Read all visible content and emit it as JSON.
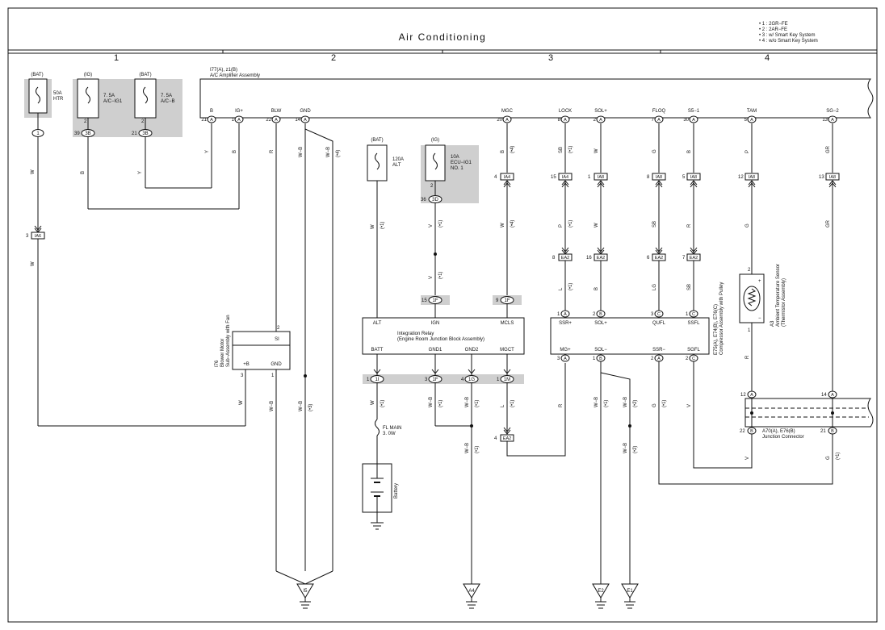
{
  "title": "Air Conditioning",
  "legend": [
    "• 1 : 2GR−FE",
    "• 2 : 2AR−FE",
    "• 3 : w/ Smart Key System",
    "• 4 : w/o Smart Key System"
  ],
  "columns": [
    "1",
    "2",
    "3",
    "4"
  ],
  "amp": {
    "name1": "I77(A), z1(B)",
    "name2": "A/C Amplifier Assembly",
    "pins": [
      {
        "label": "B",
        "pin": "21",
        "conn": "A"
      },
      {
        "label": "IG+",
        "pin": "1",
        "conn": "A"
      },
      {
        "label": "BLW",
        "pin": "22",
        "conn": "A"
      },
      {
        "label": "GND",
        "pin": "14",
        "conn": "A"
      },
      {
        "label": "MGC",
        "pin": "20",
        "conn": "A"
      },
      {
        "label": "LOCK",
        "pin": "8",
        "conn": "A"
      },
      {
        "label": "SOL+",
        "pin": "2",
        "conn": "A"
      },
      {
        "label": "FLOQ",
        "pin": "7",
        "conn": "A"
      },
      {
        "label": "S5−1",
        "pin": "30",
        "conn": "A"
      },
      {
        "label": "TAM",
        "pin": "5",
        "conn": "A"
      },
      {
        "label": "SG−2",
        "pin": "13",
        "conn": "A"
      }
    ]
  },
  "fuses": {
    "htr": {
      "src": "(BAT)",
      "amp": "50A",
      "name": "HTR",
      "pin": "1"
    },
    "acig1": {
      "src": "(IG)",
      "amp": "7. 5A",
      "name": "A/C−IG1",
      "pin": "2",
      "conn_pin": "39",
      "conn": "3B"
    },
    "acb": {
      "src": "(BAT)",
      "amp": "7. 5A",
      "name": "A/C−B",
      "pin": "2",
      "conn_pin": "21",
      "conn": "3B"
    },
    "alt": {
      "src": "(BAT)",
      "amp": "120A",
      "name": "ALT"
    },
    "ecu": {
      "src": "(IG)",
      "amp": "10A",
      "name": "ECU−IG1",
      "name2": "NO. 1",
      "pin": "2",
      "conn_pin": "36",
      "conn": "3D"
    },
    "flmain": {
      "name": "FL MAIN",
      "amp": "3. 0W"
    }
  },
  "wires": {
    "htr1": "W",
    "htr2": "W",
    "acig_b": "B",
    "acb_y": "Y",
    "y2": "Y",
    "b2": "B",
    "blw": "R",
    "gnd1": "W−B",
    "gnd2": "W−B",
    "gnd2n": "(•4)",
    "mgc": "B",
    "mgcn": "(•4)",
    "mgc2": "W",
    "mgc2n": "(•4)",
    "alt": "W",
    "altn": "(•1)",
    "ign1": "V",
    "ign1n": "(•1)",
    "ign2": "V",
    "ign2n": "(•1)",
    "lock1": "SB",
    "lock1n": "(•1)",
    "lock2": "P",
    "lock2n": "(•1)",
    "lock3": "L",
    "lock3n": "(•1)",
    "sol1": "W",
    "sol2": "W",
    "sol3": "B",
    "floq1": "G",
    "floq2": "SB",
    "floq3": "LG",
    "s51": "B",
    "s52": "R",
    "s53": "SB",
    "tam1": "P",
    "tam2": "G",
    "tam3": "R",
    "sg1": "GR",
    "sg2": "GR",
    "sg3": "G",
    "sg3n": "(•1)",
    "blower_w": "W",
    "blower_wb": "W−B",
    "wb3": "W−B",
    "wb3n": "(•3)",
    "batt": "W",
    "battn": "(•1)",
    "gnd1r": "W−B",
    "gnd1rn": "(•1)",
    "gnd2r": "W−B",
    "gnd2rn": "(•1)",
    "gnd2b": "W−B",
    "gnd2bn": "(•1)",
    "mgct": "L",
    "mgctn": "(•1)",
    "mg": "R",
    "soln": "W−B",
    "solnn": "(•1)",
    "e1": "W−B",
    "e1n": "(•2)",
    "ssr": "G",
    "ssrn": "(•1)",
    "ssfl": "V",
    "jcv": "V"
  },
  "connectors": {
    "ia6": {
      "pin": "3",
      "name": "IA6"
    },
    "ia4a": {
      "pin": "4",
      "name": "IA4"
    },
    "ia4b": {
      "pin": "15",
      "name": "IA4"
    },
    "ia8a": {
      "pin": "1",
      "name": "IA8"
    },
    "ia8b": {
      "pin": "8",
      "name": "IA8"
    },
    "ia8c": {
      "pin": "5",
      "name": "IA8"
    },
    "ia8d": {
      "pin": "12",
      "name": "IA8"
    },
    "ia8e": {
      "pin": "13",
      "name": "IA8"
    },
    "ea2a": {
      "pin": "8",
      "name": "EA2"
    },
    "ea2b": {
      "pin": "16",
      "name": "EA2"
    },
    "ea2c": {
      "pin": "6",
      "name": "EA2"
    },
    "ea2d": {
      "pin": "7",
      "name": "EA2"
    },
    "ea2e": {
      "pin": "4",
      "name": "EA2"
    },
    "c1f": {
      "pin": "15",
      "name": "1F"
    },
    "c1f2": {
      "pin": "9",
      "name": "1F"
    },
    "c1i": {
      "pin": "1",
      "name": "1I"
    },
    "c1f3": {
      "pin": "3",
      "name": "1F"
    },
    "c1g": {
      "pin": "4",
      "name": "1G"
    },
    "c1m": {
      "pin": "1",
      "name": "1M"
    }
  },
  "blower": {
    "name1": "I76",
    "name2": "Blower Motor",
    "name3": "Sub−Assembly with Fan",
    "si": "SI",
    "b": "+B",
    "gnd": "GND",
    "pin2": "2",
    "pin3": "3",
    "pin1": "1"
  },
  "relay": {
    "name1": "Integration Relay",
    "name2": "(Engine Room Junction Block Assembly)",
    "alt": "ALT",
    "ign": "IGN",
    "mcls": "MCLS",
    "batt": "BATT",
    "gnd1": "GND1",
    "gnd2": "GND2",
    "mgct": "MGCT"
  },
  "battery": {
    "name": "Battery"
  },
  "comp": {
    "name1": "E75(A), E74(B), E76(C)",
    "name2": "Compressor Assembly with Pulley",
    "ssrp": "SSR+",
    "solp": "SOL+",
    "qufl": "QUFL",
    "ssfl": "SSFL",
    "mgp": "MG+",
    "soln": "SOL−",
    "ssrn": "SSR−",
    "sgfl": "SGFL",
    "p1": "1",
    "p1c": "A",
    "p2": "2",
    "p2c": "B",
    "p3": "3",
    "p3c": "C",
    "p4": "1",
    "p4c": "C",
    "q3": "3",
    "q3c": "A",
    "q1": "1",
    "q1c": "B",
    "q2": "2",
    "q2c": "A",
    "q4": "2",
    "q4c": "C"
  },
  "sensor": {
    "name1": "A3",
    "name2": "Ambient Temperature Sensor",
    "name3": "(Thermistor Assembly)",
    "pin2": "2",
    "pin1": "1",
    "plus": "+",
    "minus": "−"
  },
  "jc": {
    "name1": "A70(A), E76(B)",
    "name2": "Junction Connector",
    "p12": "12",
    "p12c": "A",
    "p14": "14",
    "p14c": "A",
    "p22": "22",
    "p22c": "B",
    "p21": "21",
    "p21c": "B"
  },
  "grounds": [
    "I5",
    "A4",
    "E2",
    "E1"
  ]
}
